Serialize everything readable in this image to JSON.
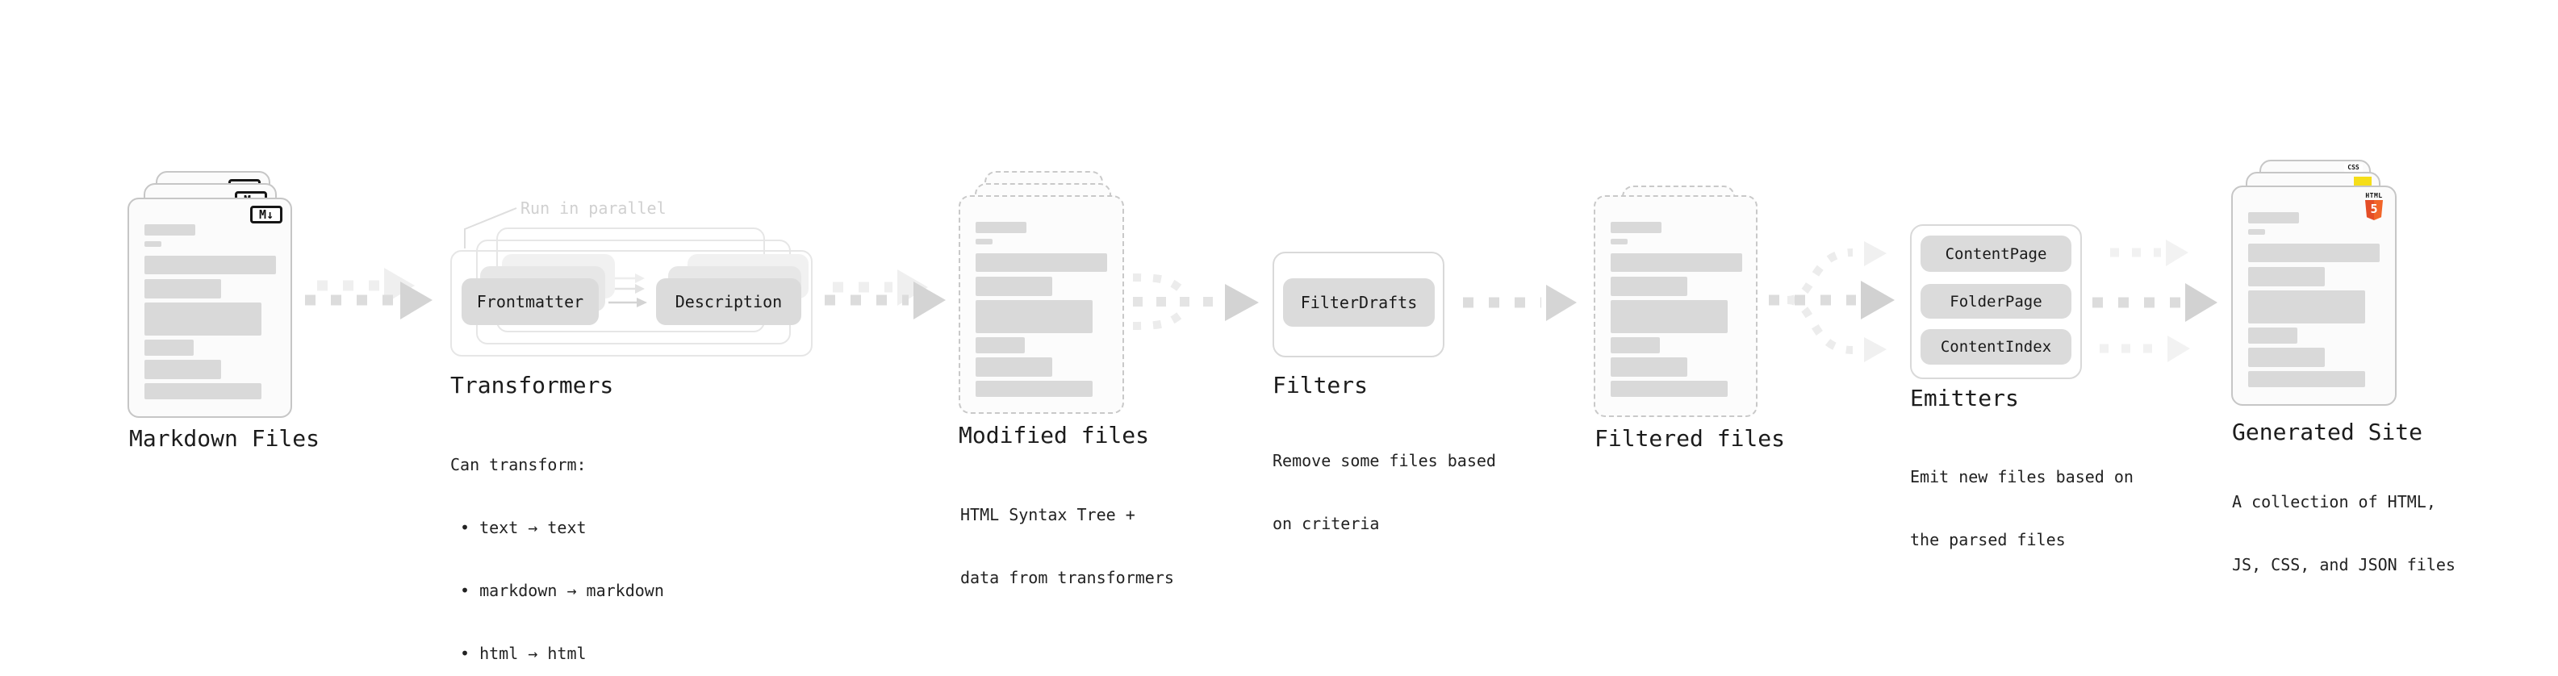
{
  "colors": {
    "accent_css_blue": "#264de4",
    "accent_js_yellow": "#f5de19",
    "accent_html_orange": "#e44d26",
    "accent_html_orange_light": "#f16529",
    "node_fill_gray": "#dbdbdb",
    "placeholder_gray": "#d9d9d9"
  },
  "stages": {
    "markdown": {
      "title": "Markdown Files",
      "file_badge": "M↓"
    },
    "transformers": {
      "title": "Transformers",
      "note": "Run in parallel",
      "node_frontmatter": "Frontmatter",
      "node_description": "Description",
      "desc_heading": "Can transform:",
      "bullets": [
        "• text → text",
        "• markdown → markdown",
        "• html → html"
      ]
    },
    "modified": {
      "title": "Modified files",
      "desc_line1": "HTML Syntax Tree +",
      "desc_line2": "data from transformers"
    },
    "filters": {
      "title": "Filters",
      "node_filterdrafts": "FilterDrafts",
      "desc_line1": "Remove some files based",
      "desc_line2": "on criteria"
    },
    "filtered": {
      "title": "Filtered files"
    },
    "emitters": {
      "title": "Emitters",
      "node_contentpage": "ContentPage",
      "node_folderpage": "FolderPage",
      "node_contentindex": "ContentIndex",
      "desc_line1": "Emit new files based on",
      "desc_line2": "the parsed files"
    },
    "generated": {
      "title": "Generated Site",
      "desc_line1": "A collection of HTML,",
      "desc_line2": "JS, CSS, and JSON files",
      "badge_css": "CSS",
      "badge_html_word": "HTML",
      "badge_html_five": "5"
    }
  }
}
